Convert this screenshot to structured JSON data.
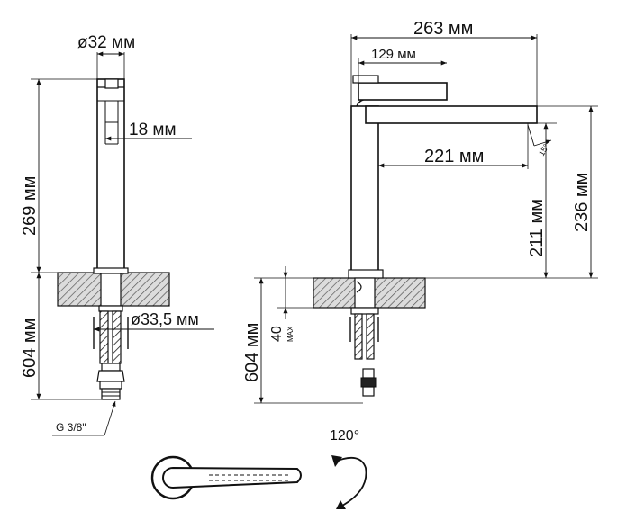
{
  "labels": {
    "diam32": "ø32 мм",
    "d18": "18 мм",
    "h269": "269 мм",
    "diam335": "ø33,5 мм",
    "h604_left": "604 мм",
    "thread": "G 3/8\"",
    "w263": "263 мм",
    "w129": "129 мм",
    "w221": "221 мм",
    "h211": "211 мм",
    "h236": "236 мм",
    "h604_right": "604 мм",
    "max40": "40",
    "max_word": "MAX",
    "angle_small": "15°",
    "rot120": "120°"
  },
  "colors": {
    "line": "#111111",
    "hatch": "#555555",
    "background": "#ffffff"
  }
}
